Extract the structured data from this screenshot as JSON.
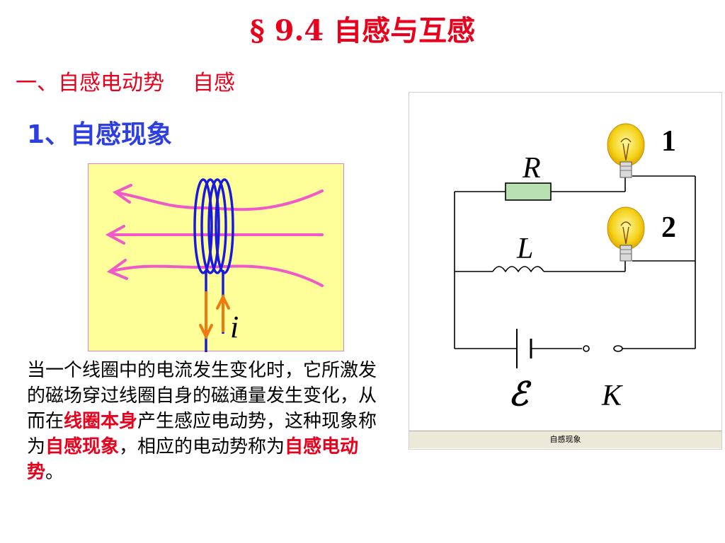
{
  "slide": {
    "title": "§ 9.4 自感与互感",
    "section": {
      "label": "一、自感电动势",
      "suffix": "自感"
    },
    "subsection": "1、自感现象",
    "coil_figure": {
      "current_label": "i"
    },
    "paragraph": {
      "p1": "当一个线圈中的电流发生变化时，它所激发的磁场穿过线圈自身的磁通量发生变化，从而在",
      "h1": "线圈本身",
      "p2": "产生感应电动势，这种现象称为",
      "h2": "自感现象",
      "p3": "，相应的电动势称为",
      "h3": "自感电动势",
      "p4": "。"
    }
  },
  "simulation": {
    "caption": "自感现象",
    "labels": {
      "resistor": "R",
      "inductor": "L",
      "emf": "ℰ",
      "switch": "K",
      "bulb1": "1",
      "bulb2": "2"
    }
  },
  "colors": {
    "title_red": "#e8001c",
    "subsection_blue": "#2d3fe0",
    "panel_yellow": "#ffff99",
    "field_line_pink": "#f05ac8",
    "coil_blue": "#1a1adc",
    "current_arrow_orange": "#f07a10"
  }
}
